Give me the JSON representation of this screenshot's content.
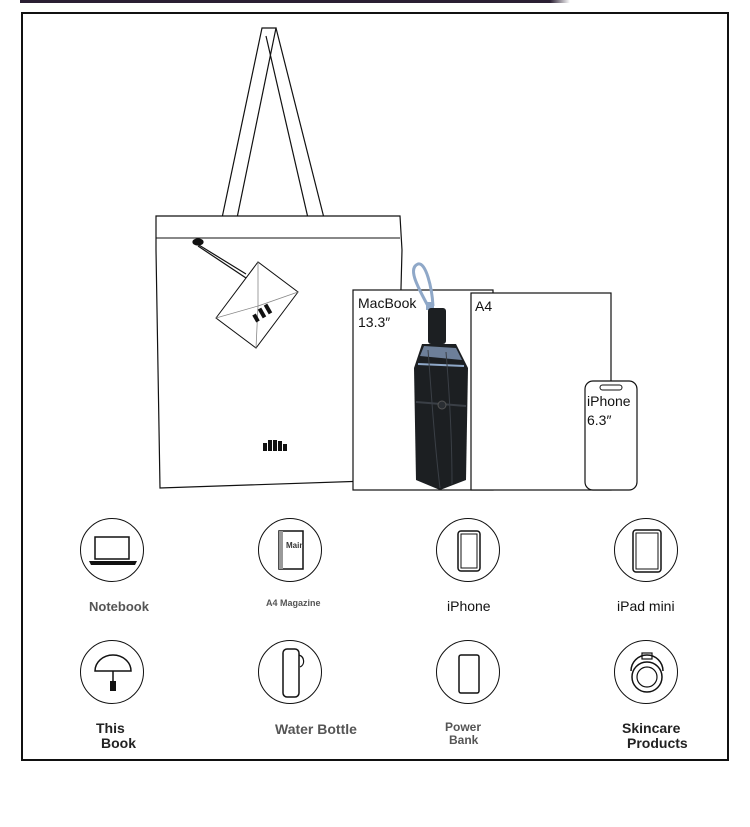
{
  "comparison": {
    "macbook": {
      "name": "MacBook",
      "size": "13.3″"
    },
    "a4": {
      "name": "A4"
    },
    "iphone": {
      "name": "iPhone",
      "size": "6.3″"
    }
  },
  "mini_icon": {
    "magazine_text": "Main"
  },
  "items": [
    {
      "label": "Notebook",
      "icon": "laptop-icon"
    },
    {
      "label": "A4 Magazine",
      "icon": "magazine-icon"
    },
    {
      "label": "iPhone",
      "icon": "phone-icon"
    },
    {
      "label": "iPad mini",
      "icon": "tablet-icon"
    },
    {
      "label_line1": "This",
      "label_line2": "Book",
      "icon": "umbrella-icon"
    },
    {
      "label": "Water Bottle",
      "icon": "bottle-icon"
    },
    {
      "label_line1": "Power",
      "label_line2": "Bank",
      "icon": "power-bank-icon"
    },
    {
      "label_line1": "Skincare",
      "label_line2": "Products",
      "icon": "compact-icon"
    }
  ],
  "colors": {
    "frame": "#111111",
    "umbrella": "#1c1f22",
    "strap": "#8fa8c8",
    "caption_gray": "#555555"
  }
}
